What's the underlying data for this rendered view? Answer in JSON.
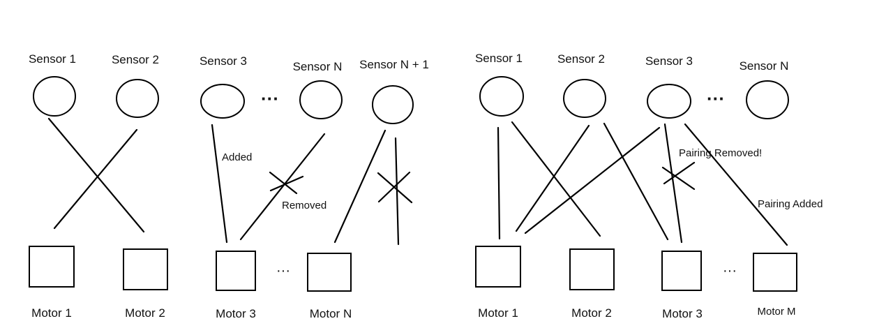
{
  "left": {
    "sensors": [
      "Sensor 1",
      "Sensor 2",
      "Sensor 3",
      "Sensor N",
      "Sensor N + 1"
    ],
    "motors": [
      "Motor 1",
      "Motor 2",
      "Motor 3",
      "Motor N"
    ],
    "sensor_ellipsis": "···",
    "motor_ellipsis": "···",
    "annotations": {
      "added": "Added",
      "removed": "Removed"
    }
  },
  "right": {
    "sensors": [
      "Sensor 1",
      "Sensor 2",
      "Sensor 3",
      "Sensor N"
    ],
    "motors": [
      "Motor 1",
      "Motor 2",
      "Motor 3",
      "Motor M"
    ],
    "sensor_ellipsis": "···",
    "motor_ellipsis": "···",
    "annotations": {
      "pairing_removed": "Pairing Removed!",
      "pairing_added": "Pairing Added"
    }
  },
  "colors": {
    "stroke": "#000000",
    "background": "#ffffff"
  }
}
